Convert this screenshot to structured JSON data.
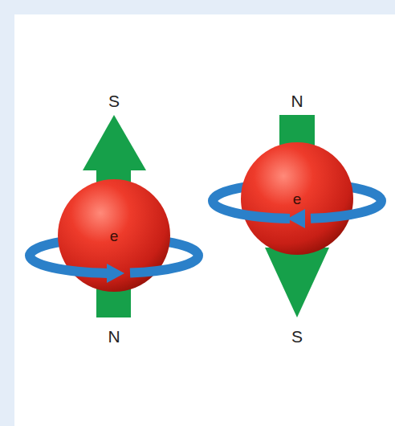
{
  "diagram": {
    "nodes": [
      {
        "text": [
          "e"
        ]
      },
      {
        "text": [
          "e"
        ]
      }
    ],
    "labels": [
      "S",
      "N",
      "N",
      "S"
    ]
  }
}
